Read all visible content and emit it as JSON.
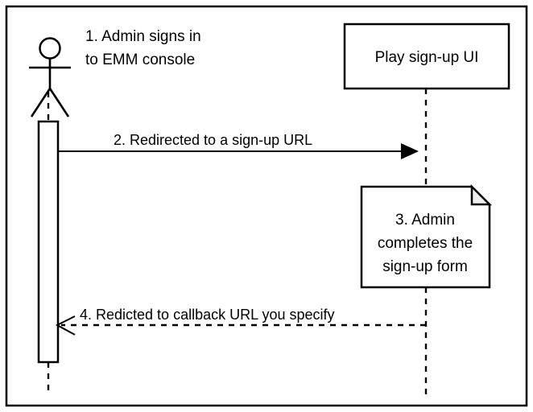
{
  "diagram": {
    "type": "uml-sequence-diagram",
    "title_text": "",
    "background_color": "#ffffff",
    "line_color": "#000000",
    "note_fold_color": "#f0f0f0",
    "frame": {
      "label": "diagram-frame"
    },
    "actor": {
      "icon_name": "stick-figure-actor-icon",
      "label": ""
    },
    "step1": {
      "line1": "1. Admin signs in",
      "line2": "to EMM console"
    },
    "participant": {
      "label": "Play sign-up UI"
    },
    "message2": {
      "label": "2. Redirected to a sign-up URL",
      "style": "solid",
      "arrowhead": "filled",
      "direction": "left-to-right"
    },
    "note3": {
      "line1": "3. Admin",
      "line2": "completes the",
      "line3": "sign-up form"
    },
    "message4": {
      "label": "4. Redicted to callback URL you specify",
      "style": "dashed",
      "arrowhead": "open",
      "direction": "right-to-left"
    }
  }
}
